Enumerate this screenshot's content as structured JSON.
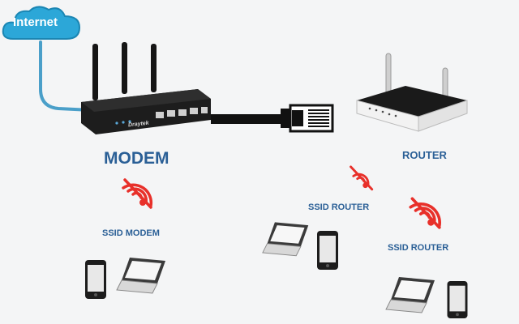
{
  "internet": {
    "label": "Internet"
  },
  "modem": {
    "label": "MODEM",
    "brand": "Draytek"
  },
  "router": {
    "label": "ROUTER"
  },
  "ssid": {
    "modem": "SSID MODEM",
    "router_left": "SSID ROUTER",
    "router_right": "SSID ROUTER"
  },
  "colors": {
    "cloud": "#2ca7d8",
    "cable_blue": "#4a9fc9",
    "label": "#2a5f96",
    "wifi_red": "#e8302a",
    "device_dark": "#1c1c1c"
  },
  "icons": [
    "cloud-icon",
    "modem-icon",
    "router-icon",
    "ethernet-plug-icon",
    "no-wifi-icon",
    "laptop-icon",
    "phone-icon"
  ]
}
